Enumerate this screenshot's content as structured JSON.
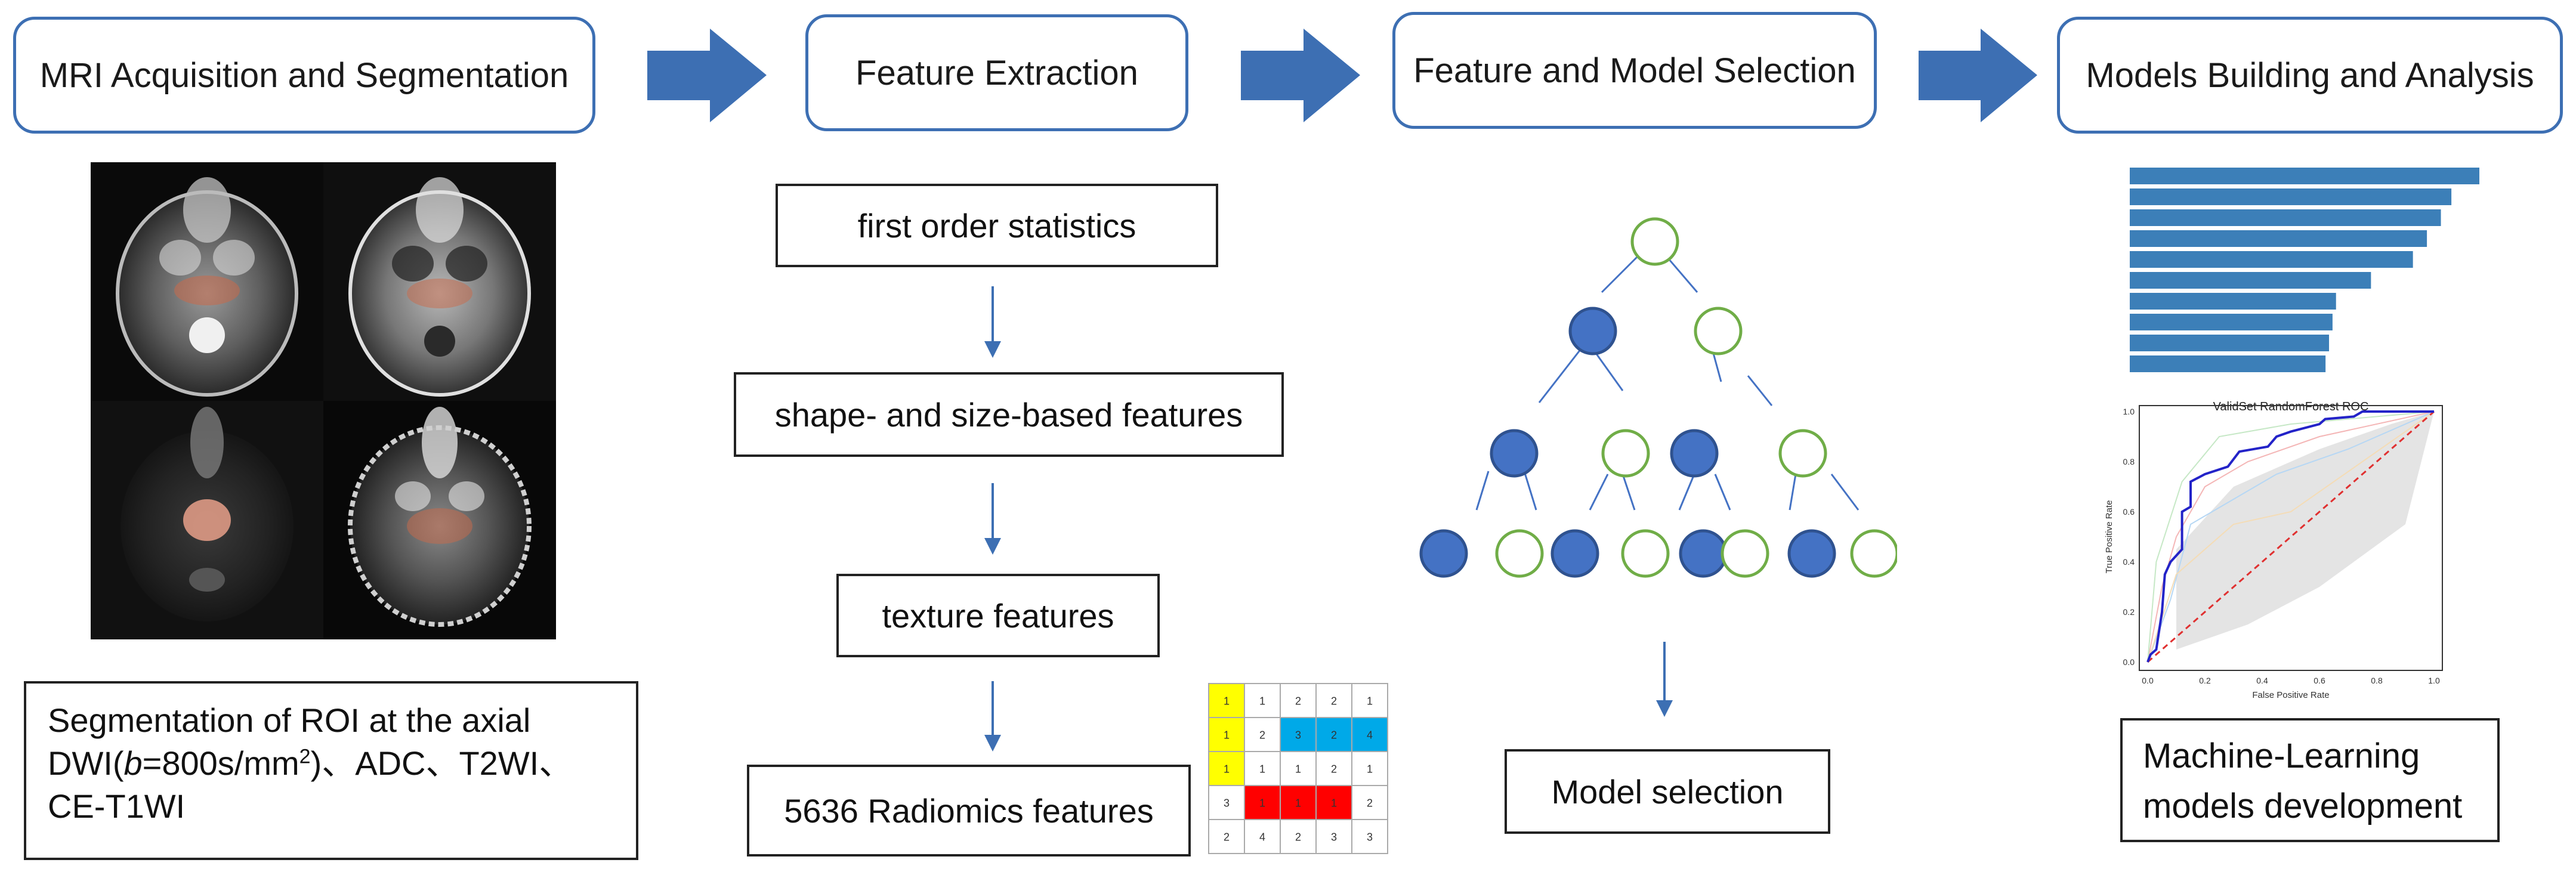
{
  "colors": {
    "header_border": "#3d6fb3",
    "arrow_blue": "#3d6fb3",
    "node_blue": "#4472c4",
    "node_green": "#70ad47",
    "bar_blue": "#3c7fb8"
  },
  "headers": {
    "mri": "MRI Acquisition and Segmentation",
    "feature_extraction": "Feature Extraction",
    "selection": "Feature and Model Selection",
    "models": "Models Building and Analysis"
  },
  "mri_caption": {
    "line1": "Segmentation of ROI at the axial",
    "line2_pre": "DWI(",
    "line2_b": "b",
    "line2_mid": "=800s/mm",
    "line2_sup": "2",
    "line2_post": ")、ADC、T2WI、",
    "line3": "CE-T1WI"
  },
  "features": {
    "first_order": "first order statistics",
    "shape": "shape- and size-based features",
    "texture": "texture features",
    "total": "5636 Radiomics features"
  },
  "glcm_matrix": [
    [
      1,
      1,
      2,
      2,
      1
    ],
    [
      1,
      2,
      3,
      2,
      4
    ],
    [
      1,
      1,
      1,
      2,
      1
    ],
    [
      3,
      1,
      1,
      1,
      2
    ],
    [
      2,
      4,
      2,
      3,
      3
    ]
  ],
  "model_selection_label": "Model selection",
  "ml_caption": {
    "line1": "Machine-Learning",
    "line2": "models development"
  },
  "importance_bars": [
    1.0,
    0.92,
    0.89,
    0.85,
    0.81,
    0.69,
    0.59,
    0.58,
    0.57,
    0.56
  ],
  "roc": {
    "title": "ValidSet RandomForest ROC",
    "xlabel": "False Positive Rate",
    "ylabel": "True Positive Rate",
    "ticks": [
      "0.0",
      "0.2",
      "0.4",
      "0.6",
      "0.8",
      "1.0"
    ],
    "main_curve": [
      [
        0.0,
        0.0
      ],
      [
        0.01,
        0.03
      ],
      [
        0.03,
        0.05
      ],
      [
        0.05,
        0.2
      ],
      [
        0.06,
        0.35
      ],
      [
        0.08,
        0.4
      ],
      [
        0.12,
        0.45
      ],
      [
        0.12,
        0.6
      ],
      [
        0.15,
        0.62
      ],
      [
        0.15,
        0.72
      ],
      [
        0.2,
        0.75
      ],
      [
        0.28,
        0.78
      ],
      [
        0.32,
        0.84
      ],
      [
        0.42,
        0.86
      ],
      [
        0.45,
        0.9
      ],
      [
        0.5,
        0.92
      ],
      [
        0.6,
        0.95
      ],
      [
        0.62,
        0.97
      ],
      [
        0.72,
        0.98
      ],
      [
        0.75,
        1.0
      ],
      [
        1.0,
        1.0
      ]
    ]
  }
}
